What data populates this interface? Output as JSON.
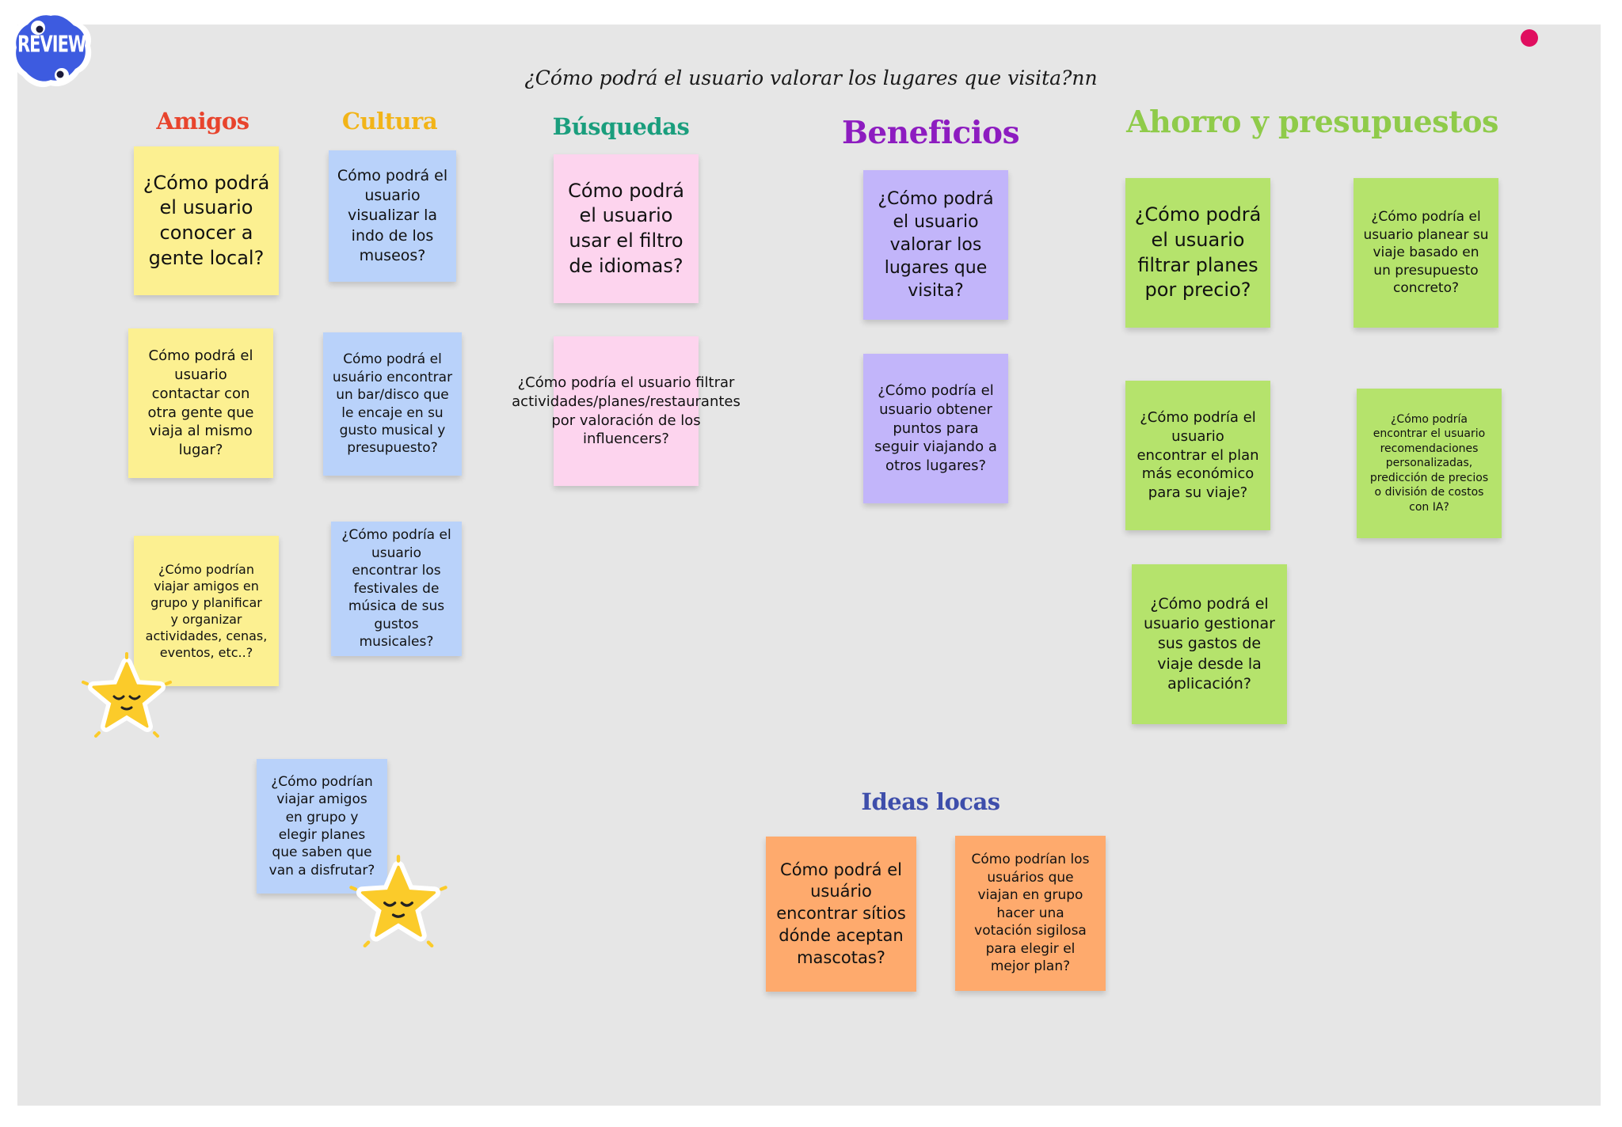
{
  "board": {
    "title": "¿Cómo podrá el usuario valorar los lugares que visita?nn",
    "badge_text": "REVIEW"
  },
  "categories": {
    "amigos": {
      "label": "Amigos",
      "color": "#e8442d"
    },
    "cultura": {
      "label": "Cultura",
      "color": "#f2b418"
    },
    "busquedas": {
      "label": "Búsquedas",
      "color": "#1a9e7d"
    },
    "beneficios": {
      "label": "Beneficios",
      "color": "#8d1cc0"
    },
    "ahorro": {
      "label": "Ahorro y presupuestos",
      "color": "#8fcb4a"
    },
    "ideas": {
      "label": "Ideas locas",
      "color": "#3e4eab"
    }
  },
  "notes": {
    "amigos": [
      "¿Cómo podrá el usuario conocer a gente local?",
      "Cómo podrá el usuario contactar con otra gente que viaja al mismo lugar?",
      "¿Cómo podrían viajar amigos en grupo y planificar y organizar actividades, cenas, eventos, etc..?"
    ],
    "cultura": [
      "Cómo podrá el usuario visualizar la indo de los museos?",
      "Cómo podrá el usuário encontrar un bar/disco que le encaje en su gusto musical y presupuesto?",
      "¿Cómo podría el usuario encontrar los festivales de música de sus gustos musicales?",
      "¿Cómo podrían viajar amigos en grupo y elegir planes que saben que van a disfrutar?"
    ],
    "busquedas": [
      "Cómo podrá el usuario usar el filtro de idiomas?",
      "¿Cómo podría el usuario filtrar actividades/planes/restaurantes por valoración de los influencers?"
    ],
    "beneficios": [
      "¿Cómo podrá el usuario valorar los lugares que visita?",
      "¿Cómo podría el usuario obtener puntos para seguir viajando a otros lugares?"
    ],
    "ahorro": [
      "¿Cómo podrá el usuario filtrar planes por precio?",
      "¿Cómo podría el usuario planear su viaje basado en un presupuesto concreto?",
      "¿Cómo podría el usuario encontrar el plan más económico para su viaje?",
      "¿Cómo podría encontrar el usuario recomendaciones personalizadas, predicción de precios o división de costos con IA?",
      "¿Cómo podrá el usuario gestionar sus gastos de viaje desde la aplicación?"
    ],
    "ideas": [
      "Cómo podrá el usuário encontrar sítios dónde aceptan mascotas?",
      "Cómo podrían los usuários que viajan en grupo hacer una votación sigilosa para elegir el mejor plan?"
    ]
  },
  "stickers": [
    "star-face-sticker",
    "star-face-sticker"
  ],
  "colors": {
    "board": "#e6e6e6",
    "yellow_note": "#fcf091",
    "blue_note": "#b9d2fa",
    "pink_note": "#fdd4ee",
    "violet_note": "#c2b5fa",
    "green_note": "#b5e36c",
    "orange_note": "#feaa6d",
    "cursor_dot": "#e00e5f"
  }
}
